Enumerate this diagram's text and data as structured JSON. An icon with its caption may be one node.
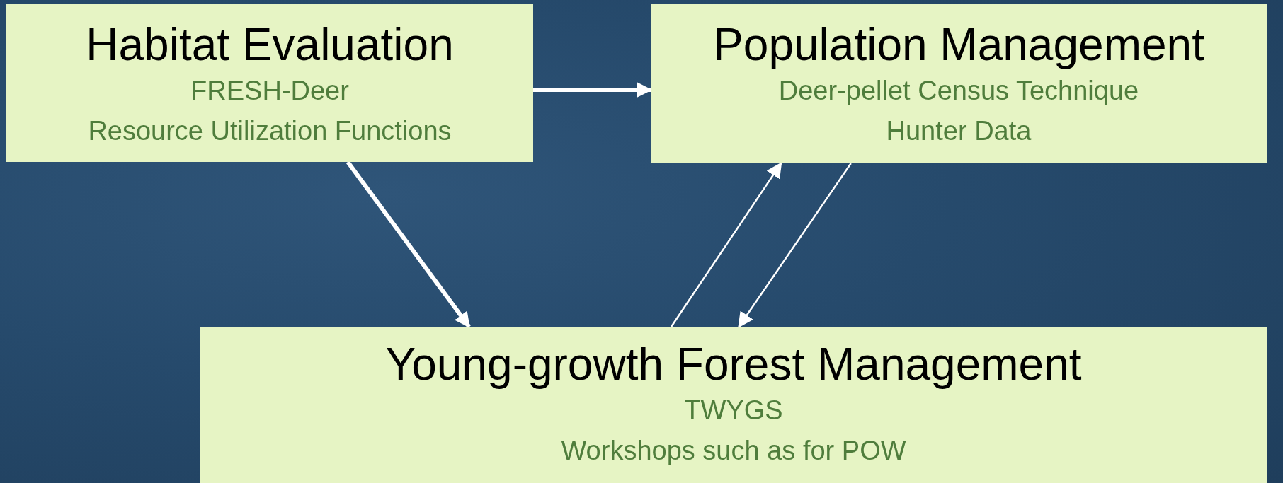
{
  "diagram": {
    "nodes": [
      {
        "text": [
          "Habitat Evaluation",
          "FRESH-Deer",
          "Resource Utilization Functions"
        ]
      },
      {
        "text": [
          "Population Management",
          "Deer-pellet Census Technique",
          "Hunter Data"
        ]
      },
      {
        "text": [
          "Young-growth Forest Management",
          "TWYGS",
          "Workshops such as for POW"
        ]
      }
    ],
    "edges": [
      {
        "from": 0,
        "to": 1,
        "arrow": "to",
        "style": "thick"
      },
      {
        "from": 0,
        "to": 2,
        "arrow": "to",
        "style": "thick"
      },
      {
        "from": 2,
        "to": 1,
        "arrow": "to"
      },
      {
        "from": 1,
        "to": 2,
        "arrow": "to"
      }
    ]
  }
}
